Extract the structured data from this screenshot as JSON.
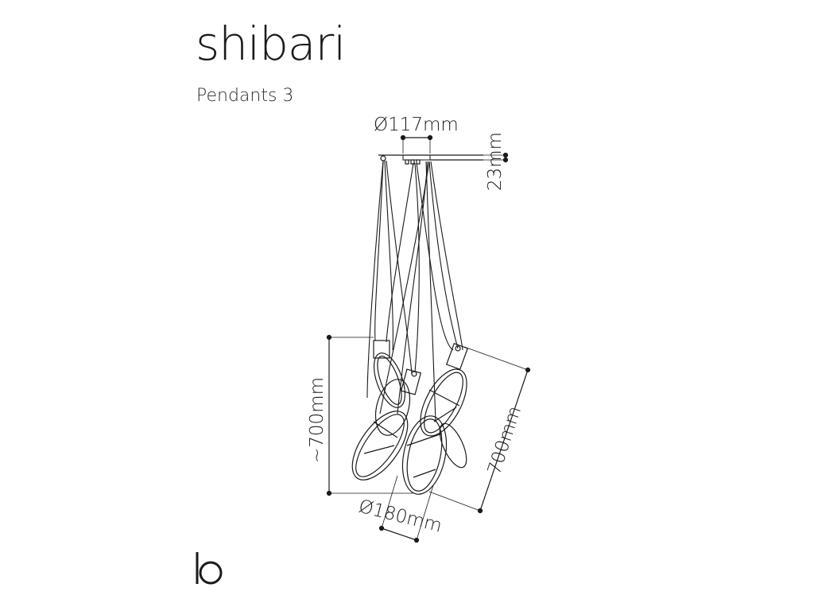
{
  "header": {
    "brand": "shibari",
    "subtitle": "Pendants 3"
  },
  "dimensions": {
    "canopy_diameter": "Ø117mm",
    "canopy_height": "23mm",
    "drop_height": "~700mm",
    "pendant_length": "700mm",
    "pendant_diameter": "Ø180mm"
  },
  "footer": {
    "logo_glyph": "b"
  },
  "colors": {
    "line": "#1a1a1a",
    "background": "#ffffff"
  }
}
